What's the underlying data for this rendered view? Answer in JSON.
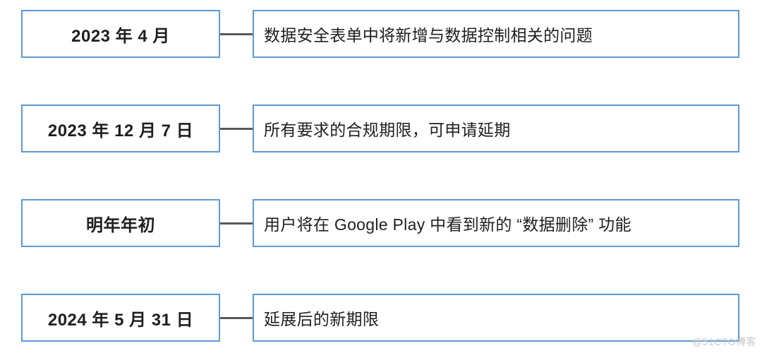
{
  "rows": [
    {
      "date": "2023 年 4 月",
      "description": "数据安全表单中将新增与数据控制相关的问题"
    },
    {
      "date": "2023 年 12 月 7 日",
      "description": "所有要求的合规期限，可申请延期"
    },
    {
      "date": "明年年初",
      "description": "用户将在 Google Play 中看到新的 “数据删除” 功能"
    },
    {
      "date": "2024 年 5 月 31 日",
      "description": "延展后的新期限"
    }
  ],
  "watermark": "@51CTO博客",
  "colors": {
    "bg": "#ffffff",
    "box_border": "#5b9bd5",
    "connector": "#595959",
    "text": "#1f1f1f",
    "watermark": "#c9c9c9"
  }
}
